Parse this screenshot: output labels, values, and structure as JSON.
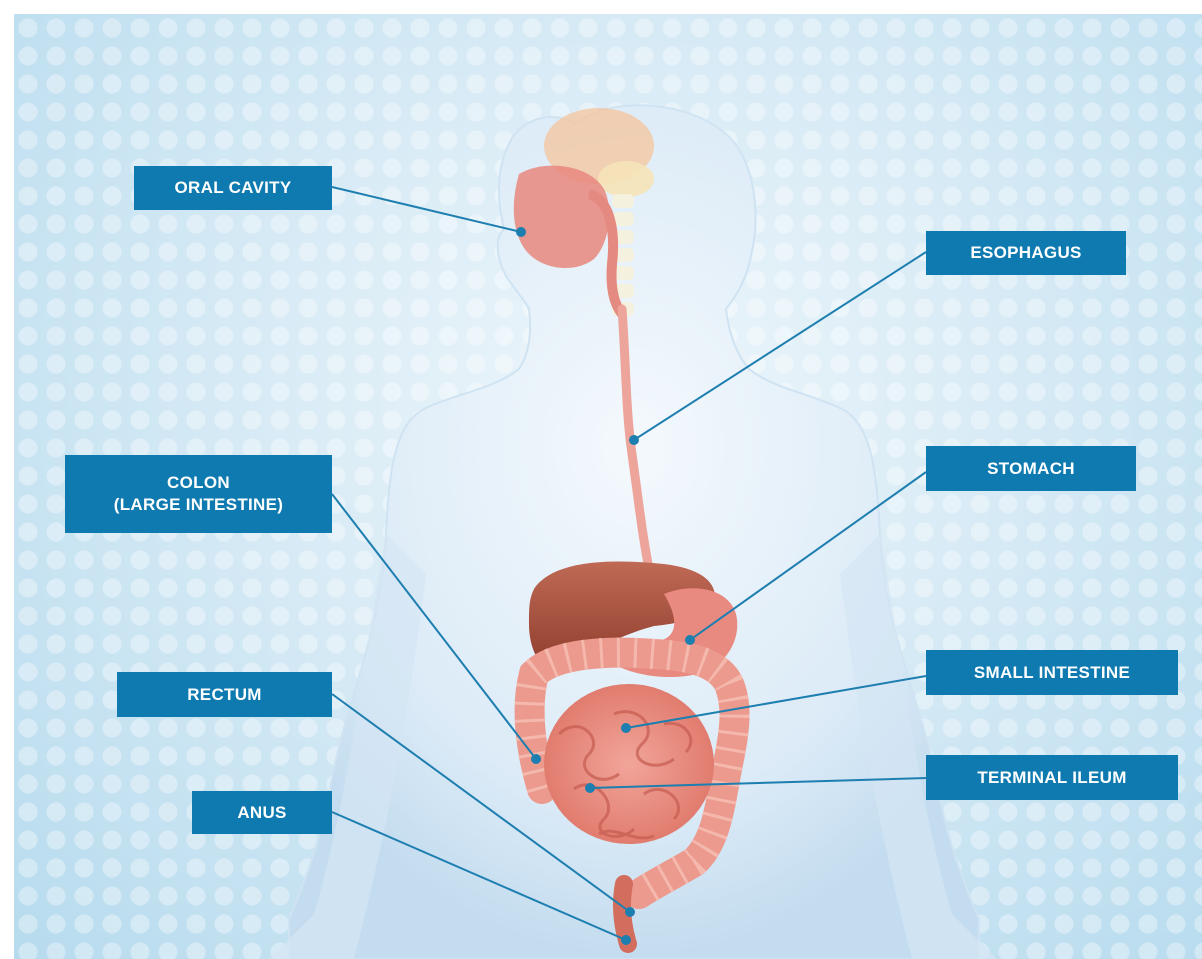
{
  "labels": {
    "oral_cavity": "ORAL CAVITY",
    "esophagus": "ESOPHAGUS",
    "colon_line1": "COLON",
    "colon_line2": "(LARGE INTESTINE)",
    "stomach": "STOMACH",
    "small_intestine": "SMALL INTESTINE",
    "rectum": "RECTUM",
    "terminal_ileum": "TERMINAL ILEUM",
    "anus": "ANUS"
  },
  "colors": {
    "label_background": "#0f7ab0",
    "label_text": "#ffffff",
    "leader_line": "#1d7eb0",
    "background": "#cfe6f3",
    "body_silhouette": "#e2eef8",
    "organ_pink": "#e8877c",
    "liver_brown": "#a5503d"
  }
}
